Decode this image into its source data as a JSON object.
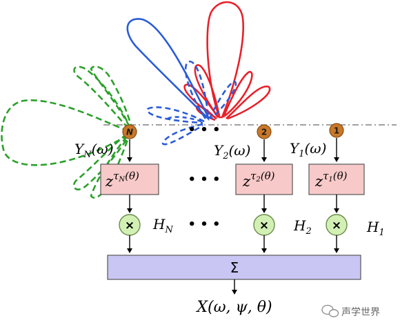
{
  "sensors": [
    {
      "id": "sensor-N",
      "label": "N",
      "signal": "Y",
      "signal_sub": "N",
      "arg": "(ω)",
      "delay_sub": "N",
      "gain": "H",
      "gain_sub": "N"
    },
    {
      "id": "sensor-2",
      "label": "2",
      "signal": "Y",
      "signal_sub": "2",
      "arg": "(ω)",
      "delay_sub": "2",
      "gain": "H",
      "gain_sub": "2"
    },
    {
      "id": "sensor-1",
      "label": "1",
      "signal": "Y",
      "signal_sub": "1",
      "arg": "(ω)",
      "delay_sub": "1",
      "gain": "H",
      "gain_sub": "1"
    }
  ],
  "delay": {
    "base": "z",
    "exp": "τ",
    "arg": "(θ)"
  },
  "ellipsis": "• • •",
  "multiply_symbol": "×",
  "sum_symbol": "Σ",
  "output_label": "X(ω, ψ, θ)",
  "watermark": "声学世界",
  "colors": {
    "red_pattern": "#e8202a",
    "blue_pattern": "#2a5bd7",
    "green_pattern": "#2aa02a",
    "sensor_fill": "#c8782a",
    "delay_fill": "#f7c9c9",
    "multiplier_fill": "#d2f0b4",
    "sum_fill": "#c9c6f3",
    "baseline": "#808080"
  }
}
